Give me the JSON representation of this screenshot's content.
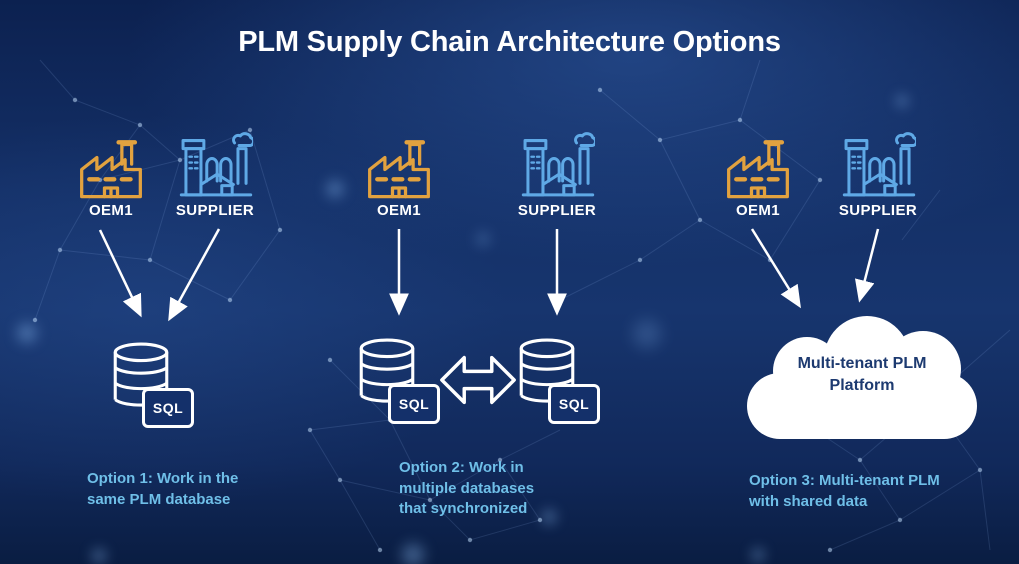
{
  "title": "PLM Supply Chain Architecture Options",
  "colors": {
    "background": "#14306A",
    "oem_accent": "#E2A23F",
    "supplier_accent": "#5FA9E6",
    "caption_text": "#6FBFE8",
    "diagram_stroke": "#FFFFFF",
    "cloud_fill": "#FFFFFF",
    "cloud_text": "#1D3A70"
  },
  "icons": [
    "factory-icon",
    "industrial-plant-icon",
    "sql-database-icon",
    "sync-arrow-icon",
    "cloud-icon",
    "connector-arrow"
  ],
  "options": [
    {
      "oem": {
        "label": "OEM1"
      },
      "supplier": {
        "label": "SUPPLIER"
      },
      "database": {
        "badge": "SQL"
      },
      "caption": "Option 1: Work in the\nsame PLM database"
    },
    {
      "oem": {
        "label": "OEM1"
      },
      "supplier": {
        "label": "SUPPLIER"
      },
      "databases": [
        {
          "badge": "SQL"
        },
        {
          "badge": "SQL"
        }
      ],
      "caption": "Option 2: Work in\nmultiple databases\nthat synchronized"
    },
    {
      "oem": {
        "label": "OEM1"
      },
      "supplier": {
        "label": "SUPPLIER"
      },
      "cloud": {
        "label": "Multi-tenant PLM\nPlatform"
      },
      "caption": "Option 3: Multi-tenant PLM\nwith shared data"
    }
  ]
}
